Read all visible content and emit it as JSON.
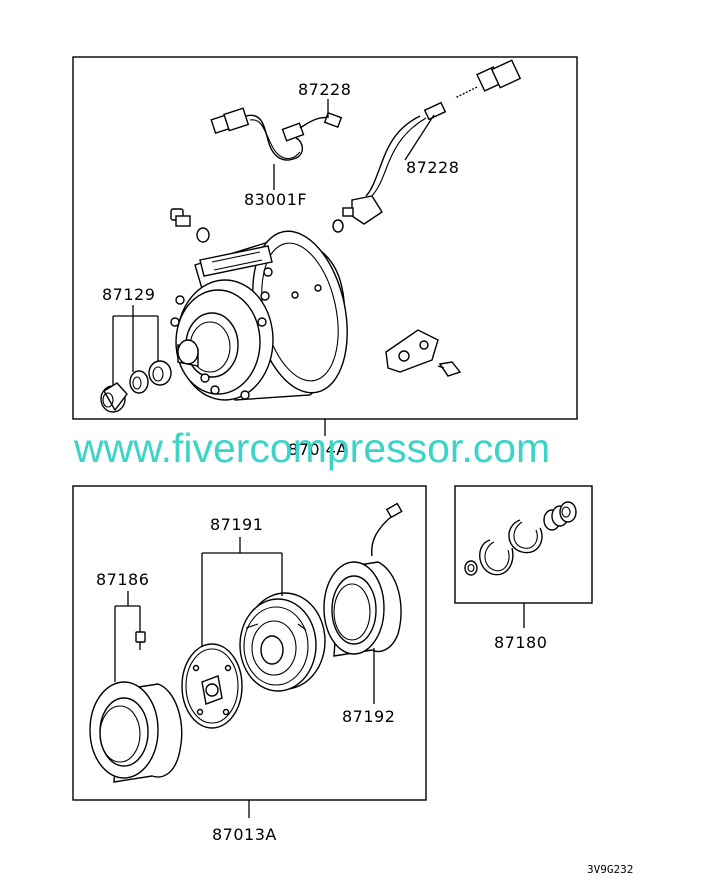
{
  "diagram": {
    "callouts": {
      "harness_upper": "87228",
      "harness_lower": "83001F",
      "sensor_lead": "87228",
      "relief_parts": "87129",
      "compressor_assy": "870 4A",
      "clutch_bolt": "87186",
      "clutch_plates": "87191",
      "field_coil": "87192",
      "clutch_assy": "87013A",
      "snap_ring_set": "87180"
    },
    "watermark": "www.fivercompressor.com",
    "figure_code": "3V9G232"
  }
}
